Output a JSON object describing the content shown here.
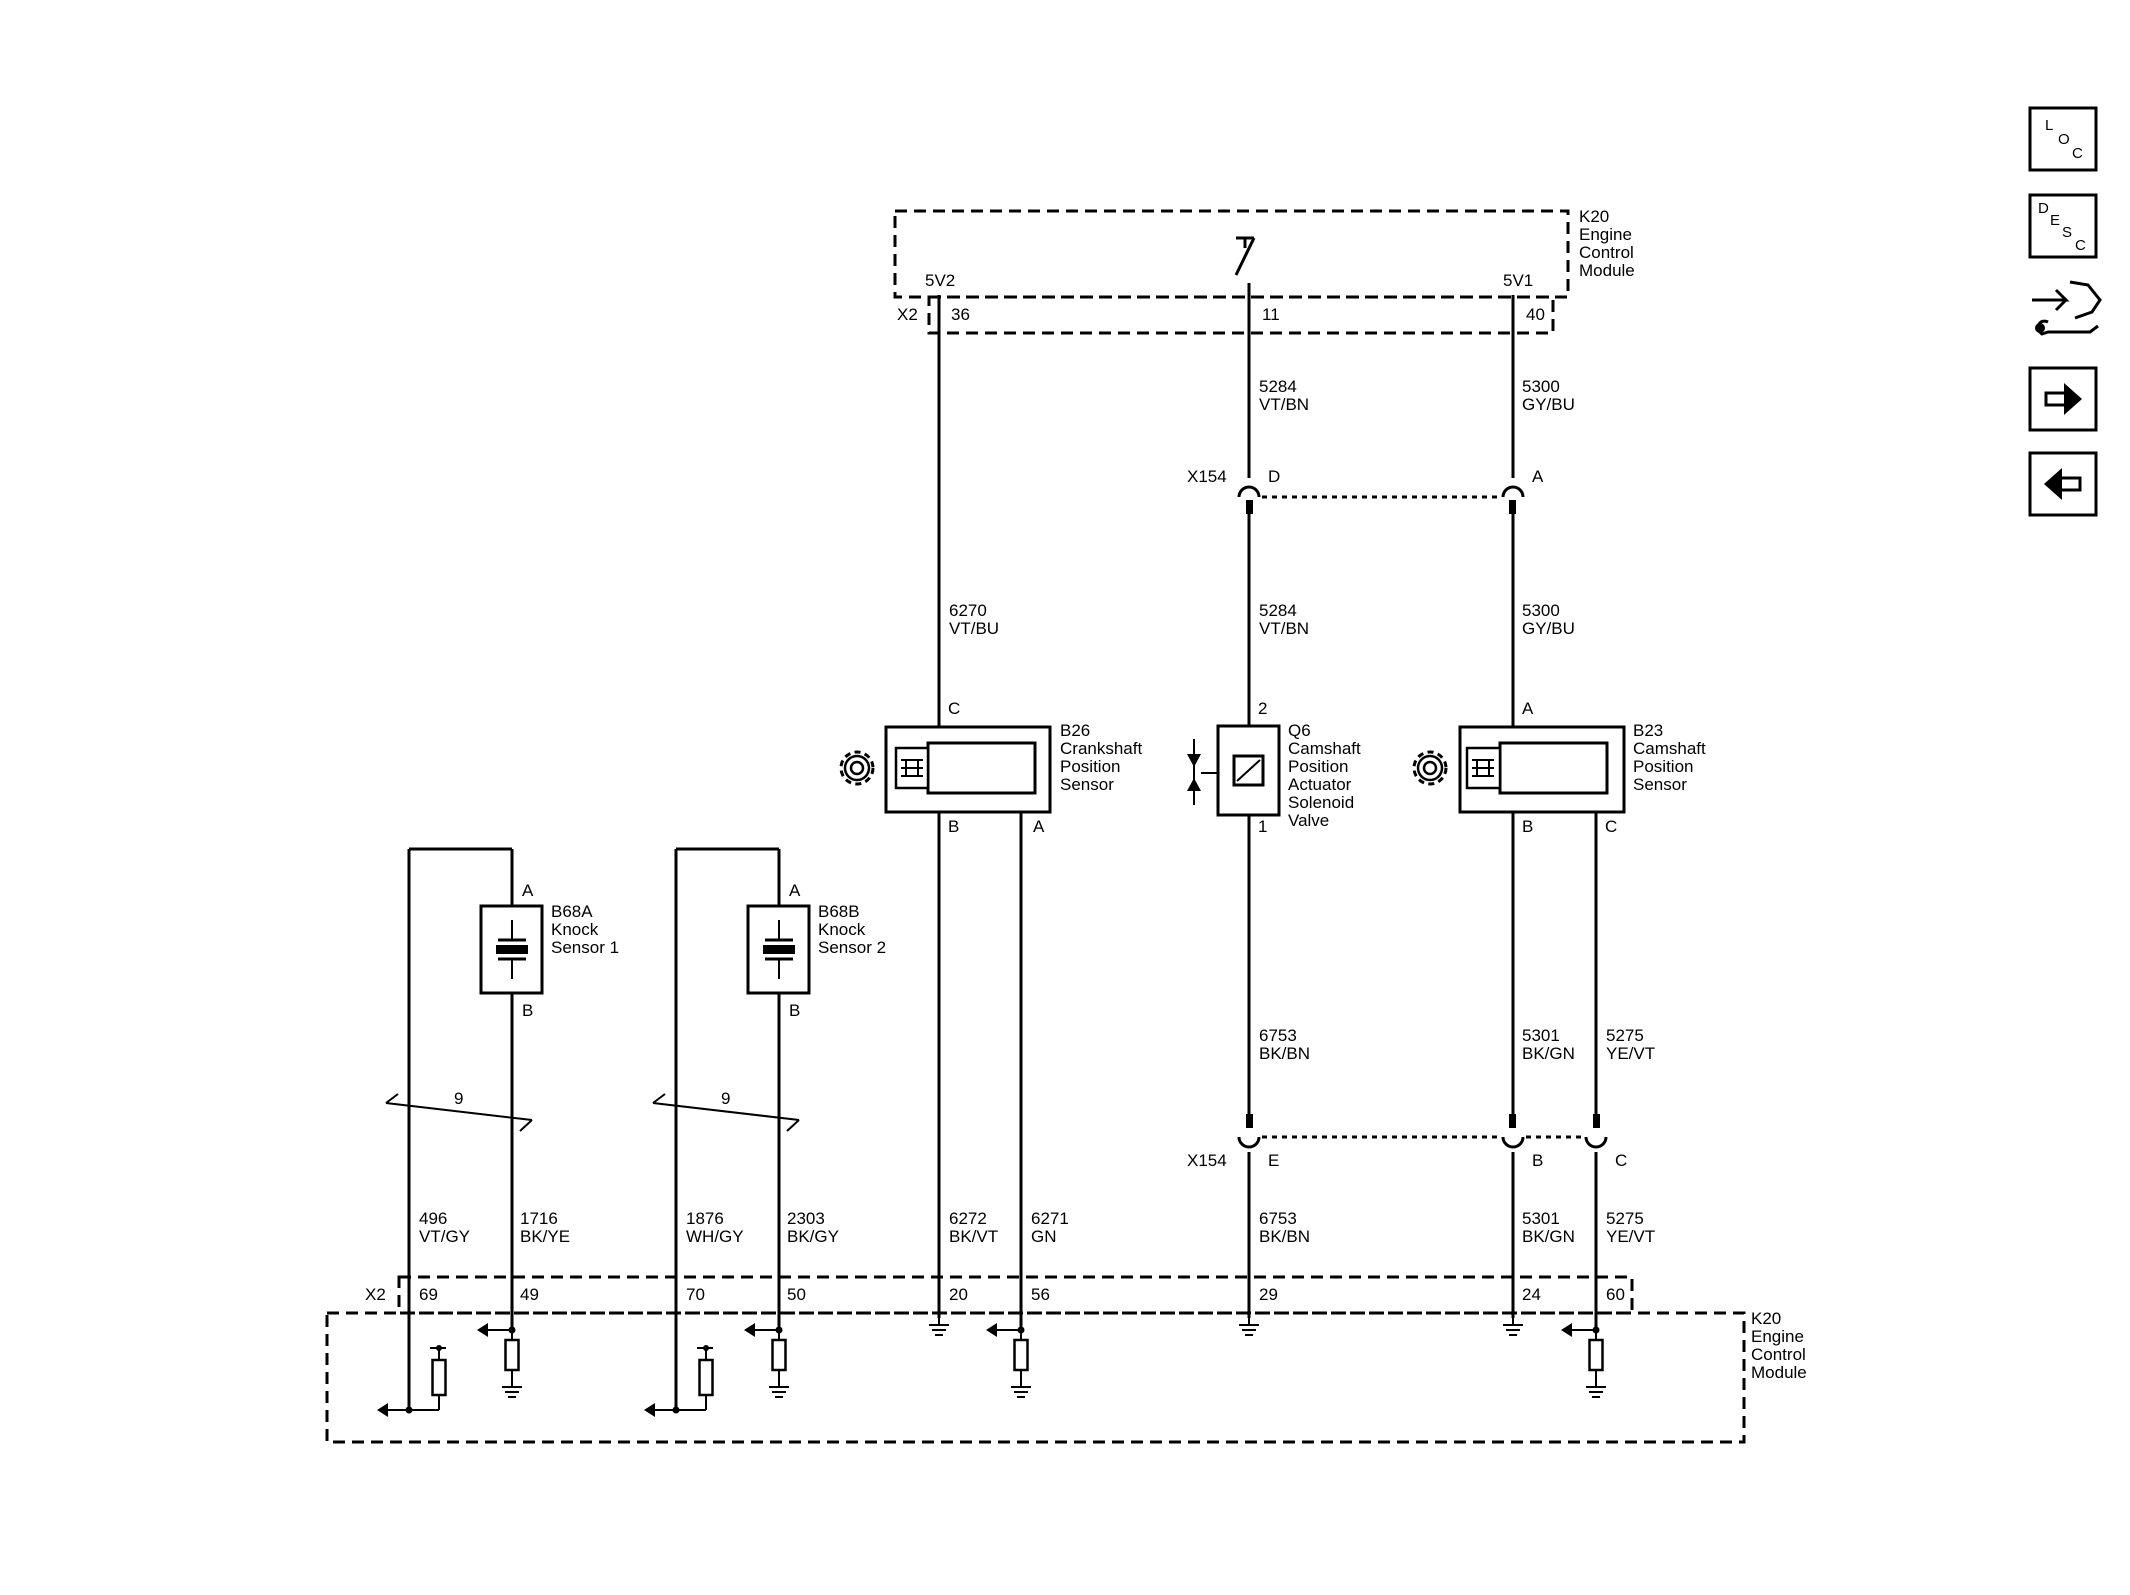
{
  "nav": {
    "loc": {
      "l1": "L",
      "l2": "O",
      "l3": "C"
    },
    "desc": {
      "l1": "D",
      "l2": "E",
      "l3": "S",
      "l4": "C"
    },
    "wiring_icon": "wiring-connector-icon",
    "forward_icon": "arrow-right-icon",
    "back_icon": "arrow-left-icon"
  },
  "ecm_top": {
    "name": "K20",
    "l1": "Engine",
    "l2": "Control",
    "l3": "Module",
    "connector": "X2",
    "ref_5v2": "5V2",
    "ref_5v1": "5V1",
    "pins": {
      "p36": "36",
      "p11": "11",
      "p40": "40"
    }
  },
  "ecm_bottom": {
    "name": "K20",
    "l1": "Engine",
    "l2": "Control",
    "l3": "Module",
    "connector": "X2",
    "pins": {
      "p69": "69",
      "p49": "49",
      "p70": "70",
      "p50": "50",
      "p20": "20",
      "p56": "56",
      "p29": "29",
      "p24": "24",
      "p60": "60"
    }
  },
  "x154_top": {
    "name": "X154",
    "pin_d": "D",
    "pin_a": "A"
  },
  "x154_bottom": {
    "name": "X154",
    "pin_e": "E",
    "pin_b": "B",
    "pin_c": "C"
  },
  "wires": {
    "w5284_top": {
      "circuit": "5284",
      "color": "VT/BN"
    },
    "w5300_top": {
      "circuit": "5300",
      "color": "GY/BU"
    },
    "w6270": {
      "circuit": "6270",
      "color": "VT/BU"
    },
    "w5284_mid": {
      "circuit": "5284",
      "color": "VT/BN"
    },
    "w5300_mid": {
      "circuit": "5300",
      "color": "GY/BU"
    },
    "w6753_mid": {
      "circuit": "6753",
      "color": "BK/BN"
    },
    "w5301_mid": {
      "circuit": "5301",
      "color": "BK/GN"
    },
    "w5275_mid": {
      "circuit": "5275",
      "color": "YE/VT"
    },
    "w496": {
      "circuit": "496",
      "color": "VT/GY"
    },
    "w1716": {
      "circuit": "1716",
      "color": "BK/YE"
    },
    "w1876": {
      "circuit": "1876",
      "color": "WH/GY"
    },
    "w2303": {
      "circuit": "2303",
      "color": "BK/GY"
    },
    "w6272": {
      "circuit": "6272",
      "color": "BK/VT"
    },
    "w6271": {
      "circuit": "6271",
      "color": "GN"
    },
    "w6753_bot": {
      "circuit": "6753",
      "color": "BK/BN"
    },
    "w5301_bot": {
      "circuit": "5301",
      "color": "BK/GN"
    },
    "w5275_bot": {
      "circuit": "5275",
      "color": "YE/VT"
    }
  },
  "b26": {
    "id": "B26",
    "l1": "Crankshaft",
    "l2": "Position",
    "l3": "Sensor",
    "pin_c": "C",
    "pin_b": "B",
    "pin_a": "A"
  },
  "q6": {
    "id": "Q6",
    "l1": "Camshaft",
    "l2": "Position",
    "l3": "Actuator",
    "l4": "Solenoid",
    "l5": "Valve",
    "pin_2": "2",
    "pin_1": "1"
  },
  "b23": {
    "id": "B23",
    "l1": "Camshaft",
    "l2": "Position",
    "l3": "Sensor",
    "pin_a": "A",
    "pin_b": "B",
    "pin_c": "C"
  },
  "b68a": {
    "id": "B68A",
    "l1": "Knock",
    "l2": "Sensor 1",
    "pin_a": "A",
    "pin_b": "B",
    "twist": "9"
  },
  "b68b": {
    "id": "B68B",
    "l1": "Knock",
    "l2": "Sensor 2",
    "pin_a": "A",
    "pin_b": "B",
    "twist": "9"
  }
}
